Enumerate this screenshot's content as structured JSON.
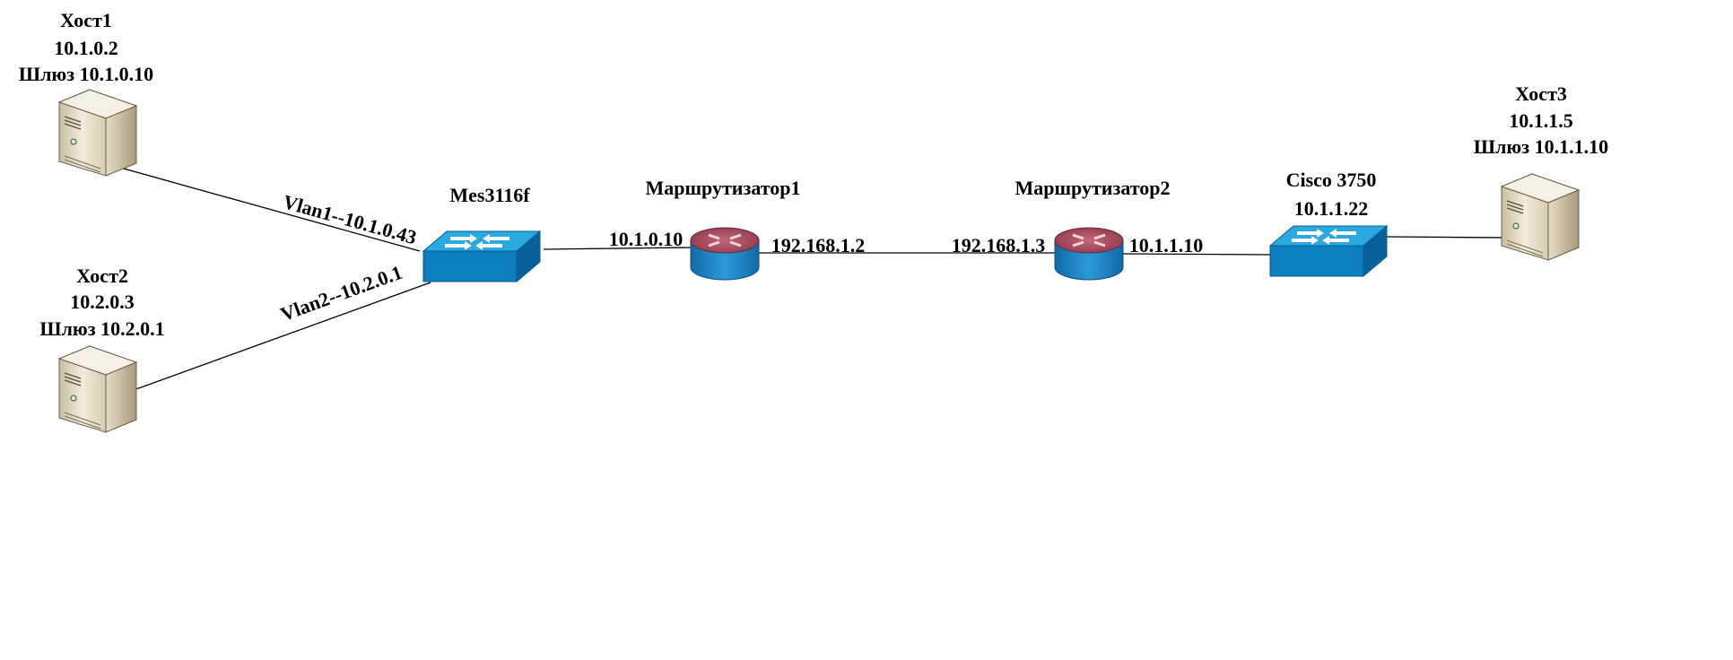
{
  "hosts": {
    "host1": {
      "name": "Хост1",
      "ip": "10.1.0.2",
      "gateway": "Шлюз 10.1.0.10"
    },
    "host2": {
      "name": "Хост2",
      "ip": "10.2.0.3",
      "gateway": "Шлюз 10.2.0.1"
    },
    "host3": {
      "name": "Хост3",
      "ip": "10.1.1.5",
      "gateway": "Шлюз 10.1.1.10"
    }
  },
  "switches": {
    "mes": {
      "name": "Mes3116f"
    },
    "cisco": {
      "name": "Cisco 3750",
      "ip": "10.1.1.22"
    }
  },
  "routers": {
    "r1": {
      "name": "Маршрутизатор1",
      "ip_left": "10.1.0.10",
      "ip_right": "192.168.1.2"
    },
    "r2": {
      "name": "Маршрутизатор2",
      "ip_left": "192.168.1.3",
      "ip_right": "10.1.1.10"
    }
  },
  "links": {
    "vlan1": "Vlan1--10.1.0.43",
    "vlan2": "Vlan2--10.2.0.1"
  },
  "colors": {
    "switch_top": "#2aa8e0",
    "switch_front": "#0b7fc0",
    "switch_side": "#08609a",
    "router_top": "#a4495c",
    "router_body": "#1c7fbf",
    "server_light": "#efe6d2",
    "server_dark": "#b8a98a"
  }
}
